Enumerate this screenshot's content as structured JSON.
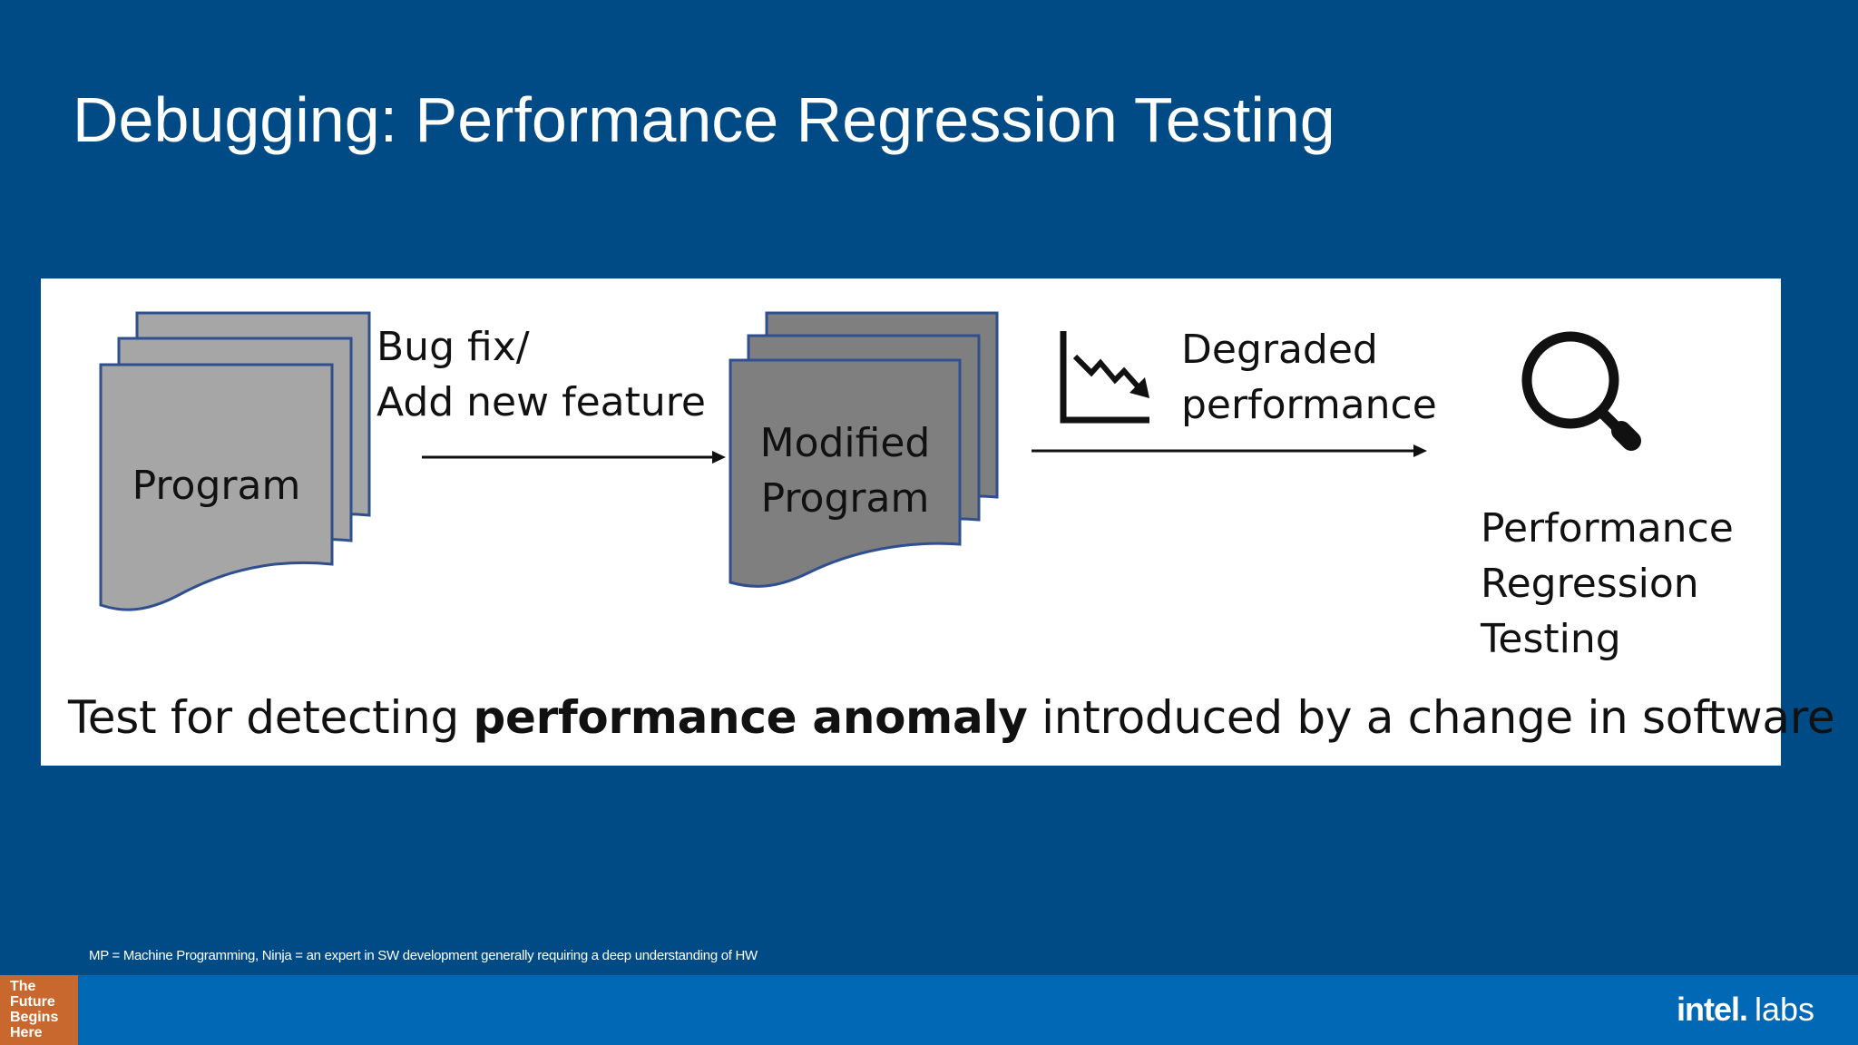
{
  "title": "Debugging: Performance Regression Testing",
  "diagram": {
    "program_label": "Program",
    "change_line1": "Bug fix/",
    "change_line2": "Add new feature",
    "modified_line1": "Modified",
    "modified_line2": "Program",
    "degraded_line1": "Degraded",
    "degraded_line2": "performance",
    "result_line1": "Performance",
    "result_line2": "Regression",
    "result_line3": "Testing",
    "icons": [
      "declining-chart-icon",
      "magnifier-icon"
    ]
  },
  "caption": {
    "prefix": "Test for detecting ",
    "emphasis": "performance anomaly",
    "suffix": " introduced by a change in software"
  },
  "footnote": "MP = Machine Programming, Ninja = an expert in SW development generally requiring a deep understanding of HW",
  "tagline": [
    "The",
    "Future",
    "Begins",
    "Here"
  ],
  "logo": {
    "brand": "intel.",
    "sub": "labs"
  },
  "colors": {
    "background": "#004a86",
    "bottom_bar": "#0068b5",
    "tagline_bg": "#c9682e",
    "program_doc": "#a6a6a6",
    "modified_doc": "#7f7f7f",
    "doc_border": "#2f4f8f"
  }
}
